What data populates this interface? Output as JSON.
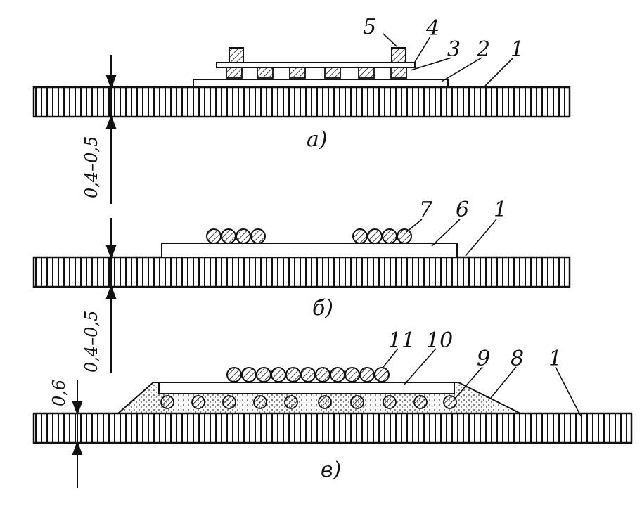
{
  "colors": {
    "ink": "#111111",
    "paper": "#ffffff",
    "sand": "#e9e6df"
  },
  "panels": [
    {
      "caption": "а)",
      "dimension": "0,4–0,5",
      "labels": [
        "5",
        "4",
        "3",
        "2",
        "1"
      ]
    },
    {
      "caption": "б)",
      "dimension": "0,4–0,5",
      "labels": [
        "7",
        "6",
        "1"
      ]
    },
    {
      "caption": "в)",
      "dimension": "0,6",
      "labels": [
        "11",
        "10",
        "9",
        "8",
        "1"
      ]
    }
  ]
}
